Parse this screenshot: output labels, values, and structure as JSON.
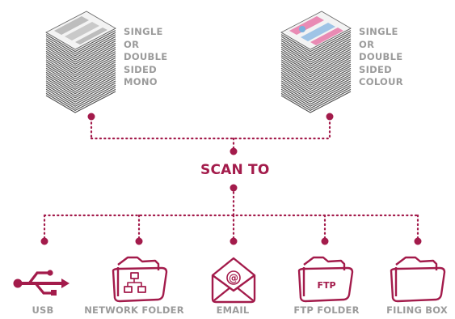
{
  "sources": [
    {
      "id": "mono",
      "lines": [
        "SINGLE",
        "OR",
        "DOUBLE",
        "SIDED",
        "MONO"
      ]
    },
    {
      "id": "colour",
      "lines": [
        "SINGLE",
        "OR",
        "DOUBLE",
        "SIDED",
        "COLOUR"
      ]
    }
  ],
  "center_label": "SCAN TO",
  "destinations": [
    {
      "label": "USB",
      "icon": "usb-icon"
    },
    {
      "label": "NETWORK FOLDER",
      "icon": "network-folder-icon"
    },
    {
      "label": "EMAIL",
      "icon": "email-envelope-icon",
      "icon_text": "@"
    },
    {
      "label": "FTP FOLDER",
      "icon": "ftp-folder-icon",
      "icon_text": "FTP"
    },
    {
      "label": "FILING BOX",
      "icon": "folder-icon"
    }
  ],
  "colors": {
    "accent": "#a31b4b",
    "label_gray": "#9b9b9b",
    "stack_dark": "#555555",
    "highlight_pink": "#e98bb4"
  }
}
